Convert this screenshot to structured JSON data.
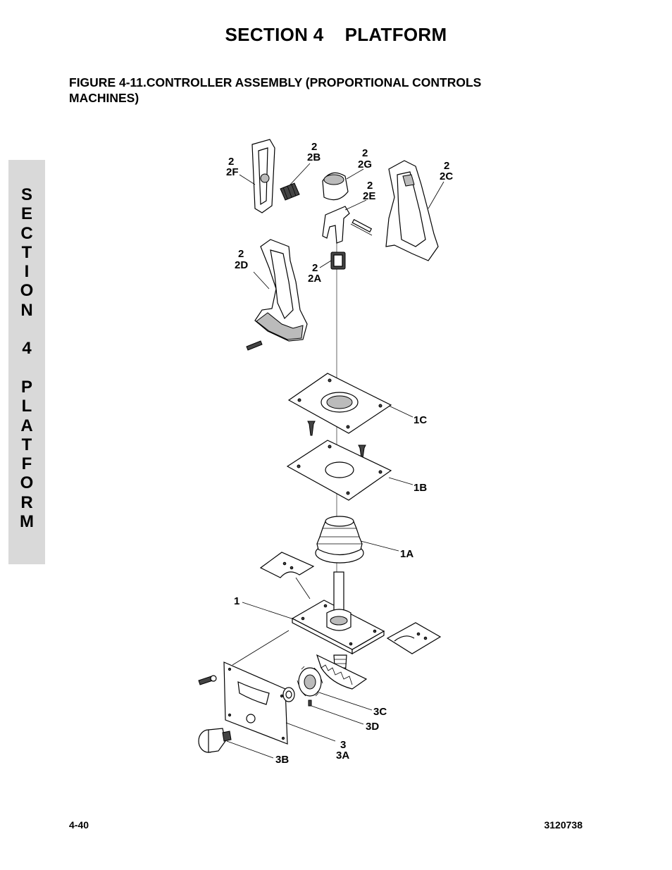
{
  "header": {
    "section_title": "SECTION 4    PLATFORM",
    "figure_caption": "FIGURE 4-11.CONTROLLER ASSEMBLY (PROPORTIONAL CONTROLS MACHINES)"
  },
  "side_tab": {
    "letters": [
      "S",
      "E",
      "C",
      "T",
      "I",
      "O",
      "N",
      "",
      "4",
      "",
      "P",
      "L",
      "A",
      "T",
      "F",
      "O",
      "R",
      "M"
    ]
  },
  "callouts": {
    "c2f": [
      "2",
      "2F"
    ],
    "c2b": [
      "2",
      "2B"
    ],
    "c2g": [
      "2",
      "2G"
    ],
    "c2e": [
      "2",
      "2E"
    ],
    "c2c": [
      "2",
      "2C"
    ],
    "c2d": [
      "2",
      "2D"
    ],
    "c2a": [
      "2",
      "2A"
    ],
    "c1c": "1C",
    "c1b": "1B",
    "c1a": "1A",
    "c1": "1",
    "c3c": "3C",
    "c3d": "3D",
    "c3": [
      "3",
      "3A"
    ],
    "c3b": "3B"
  },
  "footer": {
    "page_number": "4-40",
    "doc_number": "3120738"
  }
}
